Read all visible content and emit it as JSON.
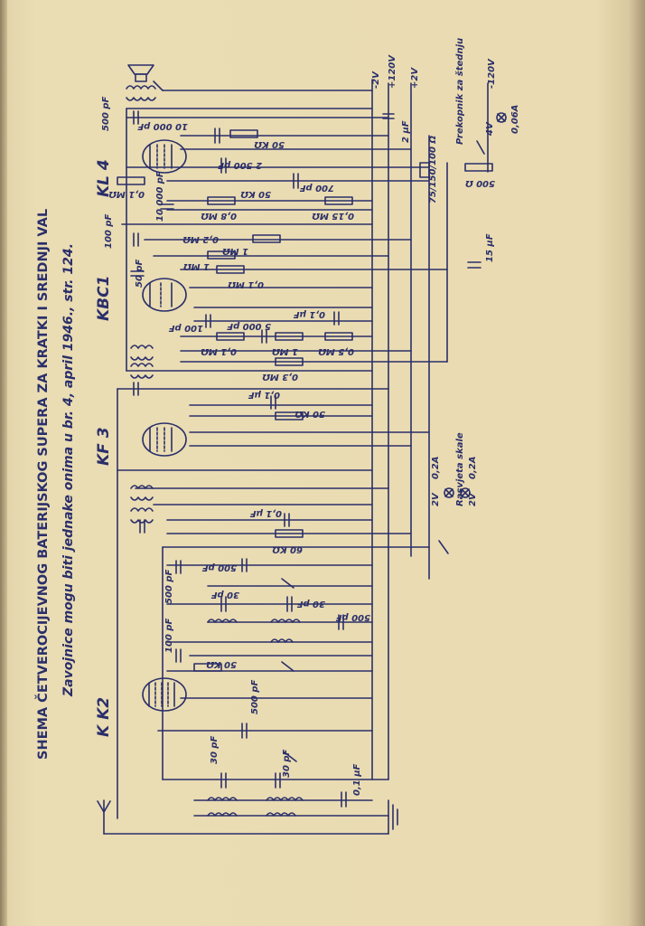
{
  "title": "SHEMA ČETVEROCIJEVNOG BATERIJSKOG SUPERA ZA KRATKI I SREDNJI VAL",
  "subtitle": "Zavojnice mogu biti jednake onima u br. 4, april 1946., str. 124.",
  "tubes": [
    "KL 4",
    "KBC1",
    "KF 3",
    "K K2"
  ],
  "supply_labels": [
    "-2V",
    "+120V",
    "+2V",
    "-120V",
    "4V"
  ],
  "switch_label": "Prekopnik za štednju",
  "dial_lamps_label": "Rasvjeta skale",
  "lamp_labels": [
    "2V",
    "0,2A",
    "2V",
    "0,2A",
    "0,06A"
  ],
  "divider_label": "75/150/100 Ω",
  "components": {
    "kl4": [
      "500 pF",
      "10 000 pF",
      "50 KΩ",
      "2 500 pF",
      "0,1 MΩ",
      "50 KΩ",
      "700 pF",
      "10 000 pF",
      "0,8 MΩ",
      "0,15 MΩ",
      "500 Ω",
      "2 μF"
    ],
    "kbc1": [
      "100 pF",
      "0,2 MΩ",
      "1 MΩ",
      "1 MΩ",
      "50 pF",
      "0,1 MΩ",
      "100 pF",
      "5 000 pF",
      "0,1 μF",
      "0,1 MΩ",
      "1 MΩ",
      "0,5 MΩ",
      "0,3 MΩ",
      "15 μF"
    ],
    "kf3": [
      "0,1 μF",
      "50 KΩ",
      "0,1 μF",
      "60 KΩ"
    ],
    "kk2": [
      "500 pF",
      "500 pF",
      "30 pF",
      "30 pF",
      "500 pF",
      "100 pF",
      "50 KΩ",
      "500 pF",
      "30 pF",
      "30 pF",
      "0,1 μF"
    ]
  }
}
